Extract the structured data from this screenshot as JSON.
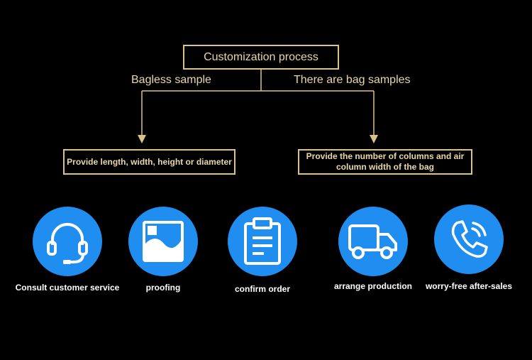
{
  "title": "Customization process",
  "branches": {
    "left": {
      "label": "Bagless sample",
      "box": "Provide length, width, height or diameter"
    },
    "right": {
      "label": "There are bag samples",
      "box": "Provide the number of columns and air column width of the bag"
    }
  },
  "steps": [
    {
      "label": "Consult customer service",
      "icon": "headset-icon"
    },
    {
      "label": "proofing",
      "icon": "image-icon"
    },
    {
      "label": "confirm order",
      "icon": "clipboard-icon"
    },
    {
      "label": "arrange production",
      "icon": "truck-icon"
    },
    {
      "label": "worry-free after-sales",
      "icon": "phone-icon"
    }
  ],
  "colors": {
    "accent_gold": "#d9c38a",
    "text_gold": "#e8d7a8",
    "circle_blue": "#1f8ef0",
    "background": "#000000"
  }
}
